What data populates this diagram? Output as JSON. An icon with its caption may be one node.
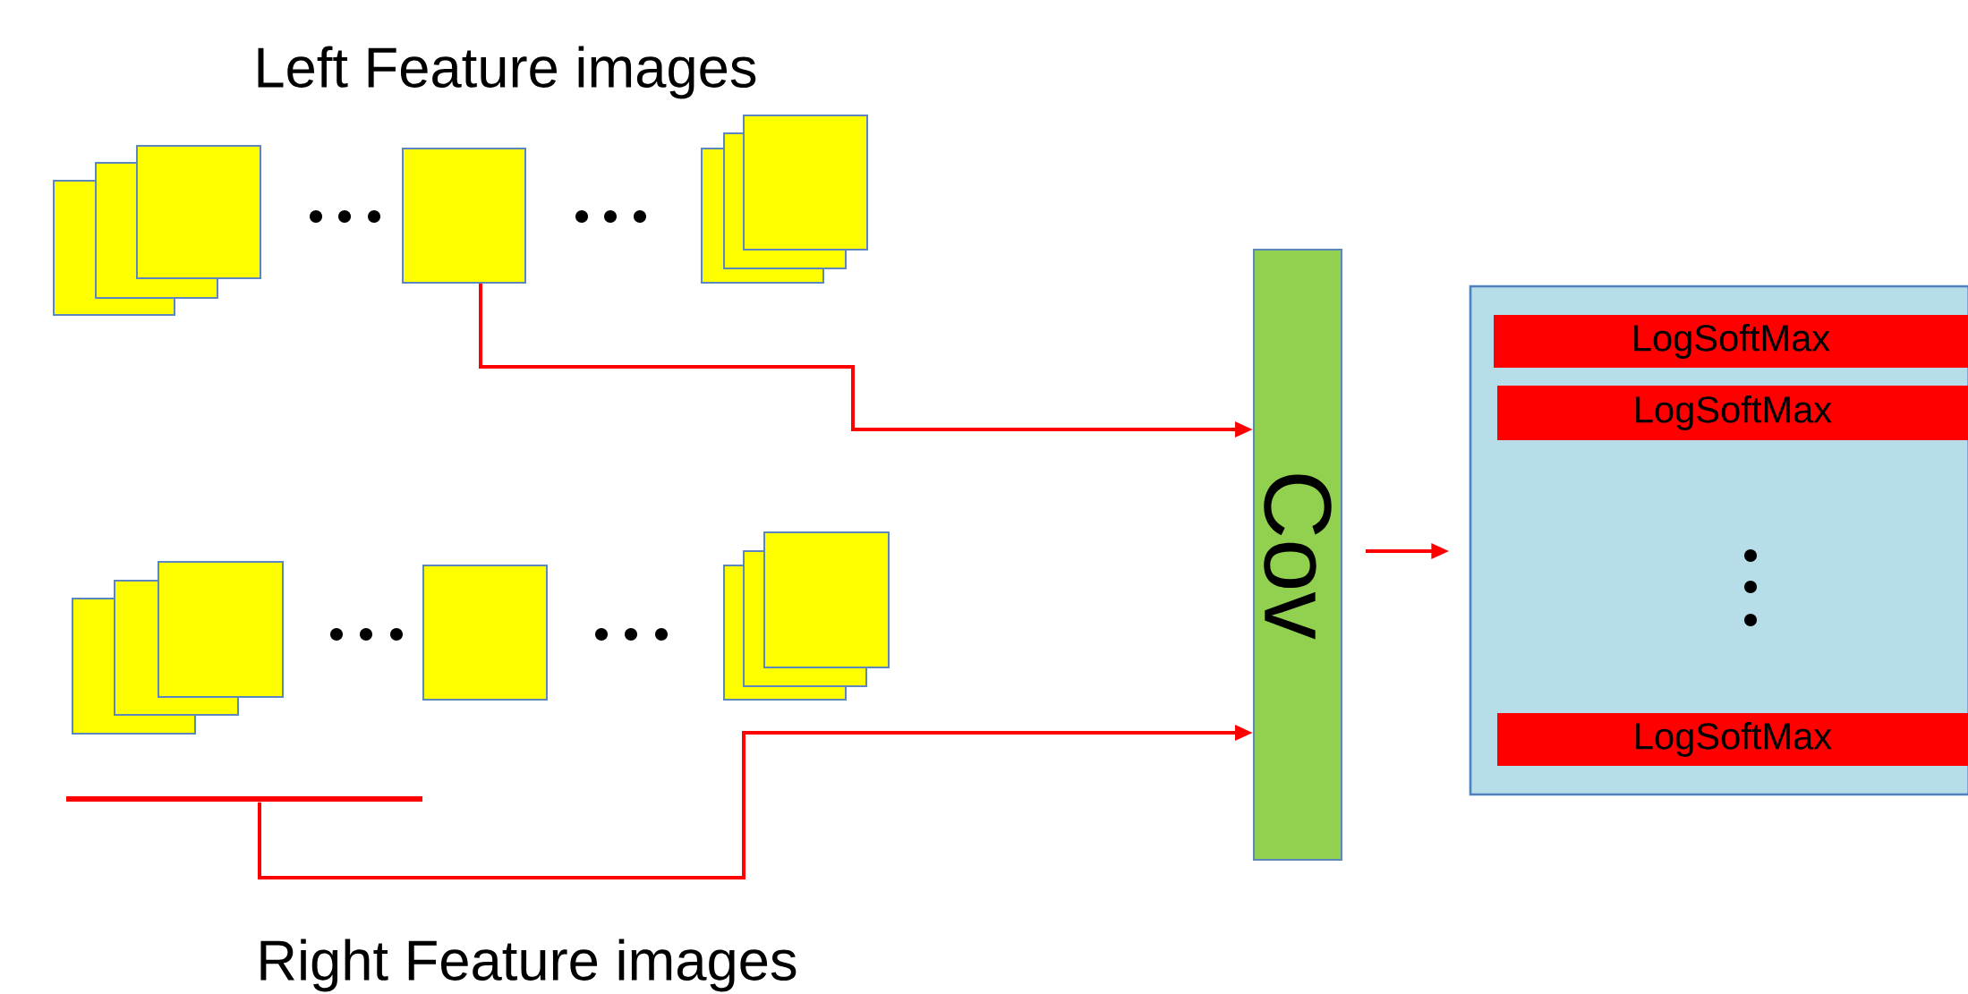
{
  "diagram": {
    "nodes": [
      {
        "text": [],
        "shape": "box"
      },
      {
        "text": [],
        "shape": "box"
      },
      {
        "text": [],
        "shape": "box"
      },
      {
        "text": [],
        "shape": "box"
      },
      {
        "text": [],
        "shape": "box"
      },
      {
        "text": [],
        "shape": "box"
      },
      {
        "text": [],
        "shape": "box"
      },
      {
        "text": [],
        "shape": "box"
      },
      {
        "text": [],
        "shape": "box"
      },
      {
        "text": [],
        "shape": "box"
      },
      {
        "text": [],
        "shape": "box"
      },
      {
        "text": [],
        "shape": "box"
      },
      {
        "text": [],
        "shape": "box"
      },
      {
        "text": [],
        "shape": "box"
      },
      {
        "text": [],
        "shape": "bar"
      },
      {
        "text": [
          "Cov"
        ]
      },
      {
        "text": [],
        "shape": "box"
      },
      {
        "text": [
          "LogSoftMax"
        ],
        "in": 16
      },
      {
        "text": [
          "LogSoftMax"
        ],
        "in": 16
      },
      {
        "text": [
          "LogSoftMax"
        ],
        "in": 16
      }
    ],
    "edges": [
      {
        "from": 3,
        "to": 15,
        "arrow": "to"
      },
      {
        "from": 14,
        "to": 15,
        "arrow": "to"
      },
      {
        "from": 15,
        "to": 16,
        "arrow": "to"
      }
    ],
    "labels": [
      "Left Feature images",
      "Right Feature images"
    ]
  }
}
